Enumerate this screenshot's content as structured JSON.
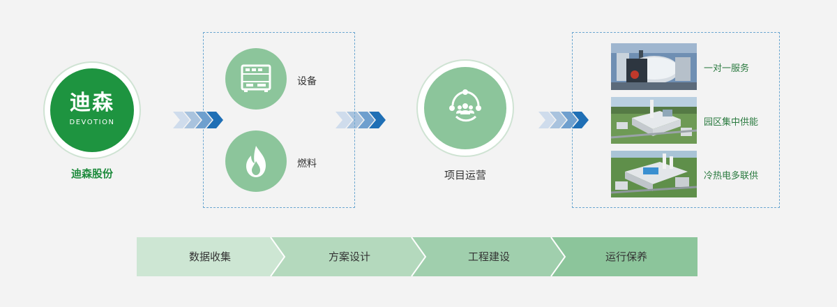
{
  "company": {
    "logo_cn": "迪森",
    "logo_en": "DEVOTION",
    "name": "迪森股份"
  },
  "inputs": [
    {
      "label": "设备",
      "icon": "equipment-icon"
    },
    {
      "label": "燃料",
      "icon": "flame-icon"
    }
  ],
  "operation": {
    "label": "项目运营",
    "icon": "team-cycle-icon"
  },
  "services": [
    {
      "label": "一对一服务",
      "image": "boiler-photo"
    },
    {
      "label": "园区集中供能",
      "image": "industrial-park-photo"
    },
    {
      "label": "冷热电多联供",
      "image": "power-plant-photo"
    }
  ],
  "process_steps": [
    "数据收集",
    "方案设计",
    "工程建设",
    "运行保养"
  ],
  "colors": {
    "brand_green": "#1e9440",
    "icon_green": "#8cc59b",
    "chevron_blue": "#1f6fb5",
    "step_colors": [
      "#cde6d3",
      "#b4d9bd",
      "#a0cfad",
      "#8cc59b"
    ]
  }
}
